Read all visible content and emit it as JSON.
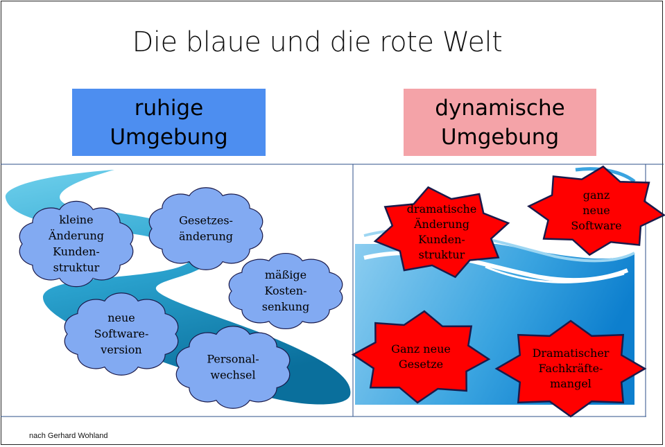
{
  "title": "Die blaue und die rote Welt",
  "left_header": {
    "line1": "ruhige",
    "line2": "Umgebung",
    "color": "#4d8ef0"
  },
  "right_header": {
    "line1": "dynamische",
    "line2": "Umgebung",
    "color": "#f4a3a8"
  },
  "clouds": [
    {
      "lines": [
        "kleine",
        "Änderung",
        "Kunden-",
        "struktur"
      ]
    },
    {
      "lines": [
        "Gesetzes-",
        "änderung"
      ]
    },
    {
      "lines": [
        "mäßige",
        "Kosten-",
        "senkung"
      ]
    },
    {
      "lines": [
        "neue",
        "Software-",
        "version"
      ]
    },
    {
      "lines": [
        "Personal-",
        "wechsel"
      ]
    }
  ],
  "stars": [
    {
      "lines": [
        "dramatische",
        "Änderung",
        "Kunden-",
        "struktur"
      ]
    },
    {
      "lines": [
        "ganz",
        "neue",
        "Software"
      ]
    },
    {
      "lines": [
        "Ganz neue",
        "Gesetze"
      ]
    },
    {
      "lines": [
        "Dramatischer",
        "Fachkräfte-",
        "mangel"
      ]
    }
  ],
  "colors": {
    "cloud": "#82aaf2",
    "star": "#ff0000",
    "outline": "#1a1a4a"
  },
  "credit": "nach Gerhard  Wohland"
}
